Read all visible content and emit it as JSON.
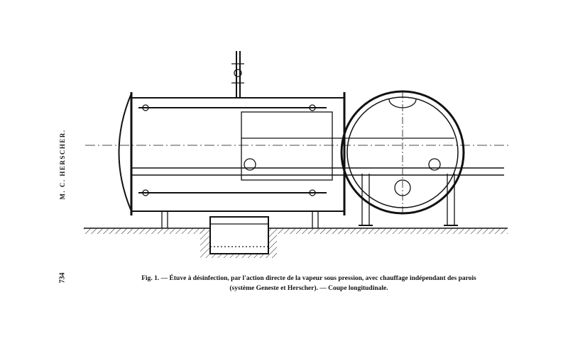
{
  "running_head": "M. C. HERSCHER.",
  "page_number": "734",
  "figure": {
    "caption_line1": "Fig. 1. — Étuve à désinfection, par l'action directe de la vapeur sous pression, avec chauffage indépendant des parois",
    "caption_line2": "(système Geneste et Herscher). — Coupe longitudinale."
  }
}
